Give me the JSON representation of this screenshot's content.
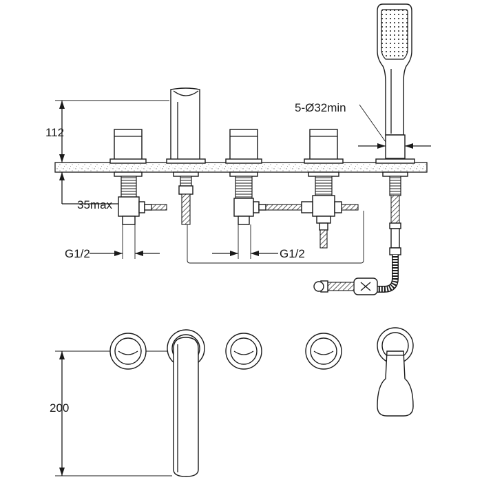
{
  "diagram": {
    "dimensions": {
      "height_top": "112",
      "depth_max": "35max",
      "hole_dia": "5-Ø32min",
      "thread_left": "G1/2",
      "thread_right": "G1/2",
      "spacing_bottom": "200"
    },
    "colors": {
      "line": "#1a1a1a",
      "background": "#ffffff",
      "counter_speckle": "#7a7a7a"
    }
  }
}
